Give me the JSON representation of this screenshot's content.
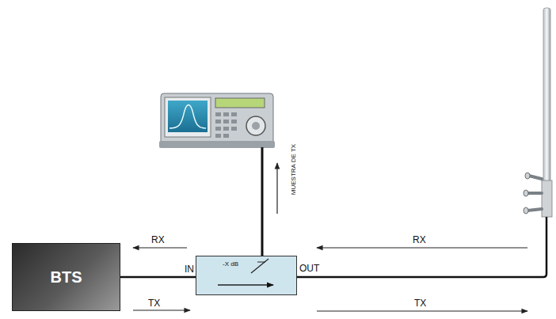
{
  "diagram": {
    "nodes": [
      {
        "text": [
          "BTS"
        ]
      },
      {
        "text": [
          "-X dB"
        ]
      }
    ],
    "edges": [
      {
        "from": 0,
        "to": 1,
        "arrow": "none"
      }
    ],
    "labels": [
      "RX",
      "IN",
      "TX",
      "MUESTRA DE TX",
      "RX",
      "OUT",
      "TX"
    ]
  }
}
